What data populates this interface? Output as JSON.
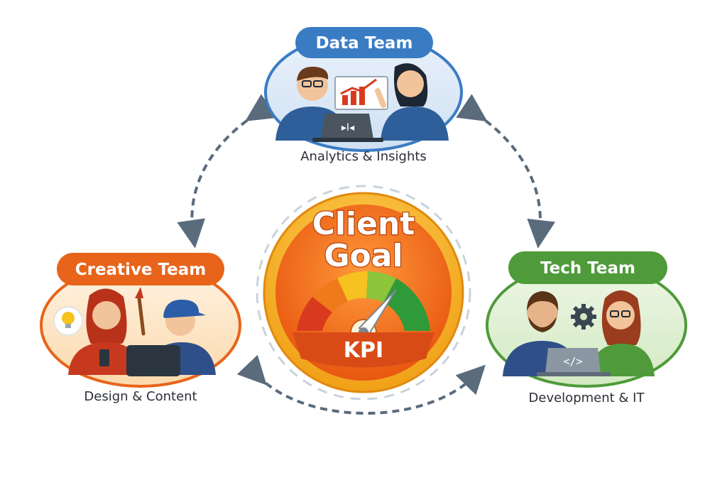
{
  "center": {
    "title_line1": "Client",
    "title_line2": "Goal",
    "kpi_label": "KPI"
  },
  "teams": [
    {
      "name": "Data Team",
      "caption": "Analytics & Insights",
      "color": "#3a7cc4"
    },
    {
      "name": "Creative Team",
      "caption": "Design & Content",
      "color": "#e8641a"
    },
    {
      "name": "Tech Team",
      "caption": "Development & IT",
      "color": "#4f9a3a"
    }
  ],
  "icons": {
    "data": [
      "chart-board-icon",
      "laptop-icon"
    ],
    "creative": [
      "lightbulb-icon",
      "paintbrush-icon",
      "tablet-icon"
    ],
    "tech": [
      "gear-icon",
      "laptop-code-icon"
    ]
  },
  "laptop_code_text": "</>",
  "colors": {
    "arrow": "#5a6b7c",
    "gauge_outer": "#f7b21f",
    "gauge_inner": "#f06d17",
    "kpi_band": "#d94b16"
  }
}
